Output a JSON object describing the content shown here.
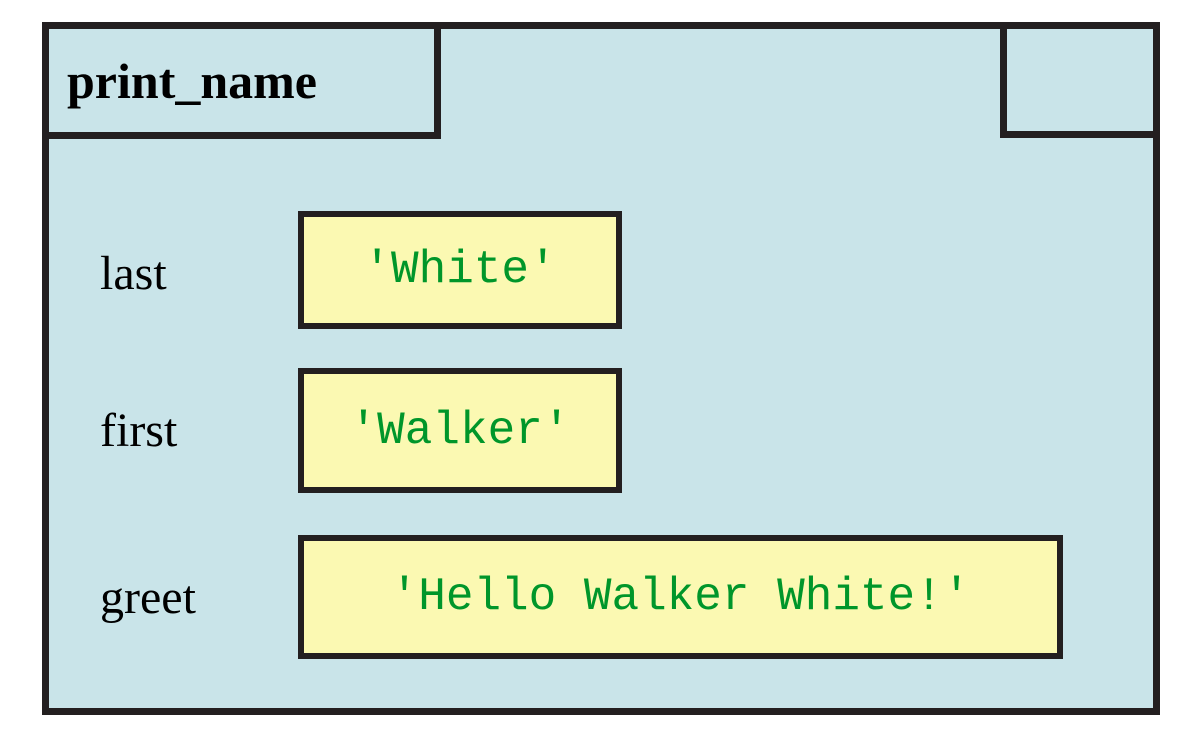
{
  "diagram": {
    "type": "call-frame",
    "frame": {
      "name": "print_name",
      "return_slot_value": "",
      "background_color": "#c9e4e9",
      "border_color": "#231f20"
    },
    "value_box_style": {
      "fill_color": "#fbf9b2",
      "text_color": "#00962a",
      "border_color": "#231f20"
    },
    "variables": [
      {
        "label": "last",
        "value": "'White'"
      },
      {
        "label": "first",
        "value": "'Walker'"
      },
      {
        "label": "greet",
        "value": "'Hello Walker White!'"
      }
    ]
  }
}
